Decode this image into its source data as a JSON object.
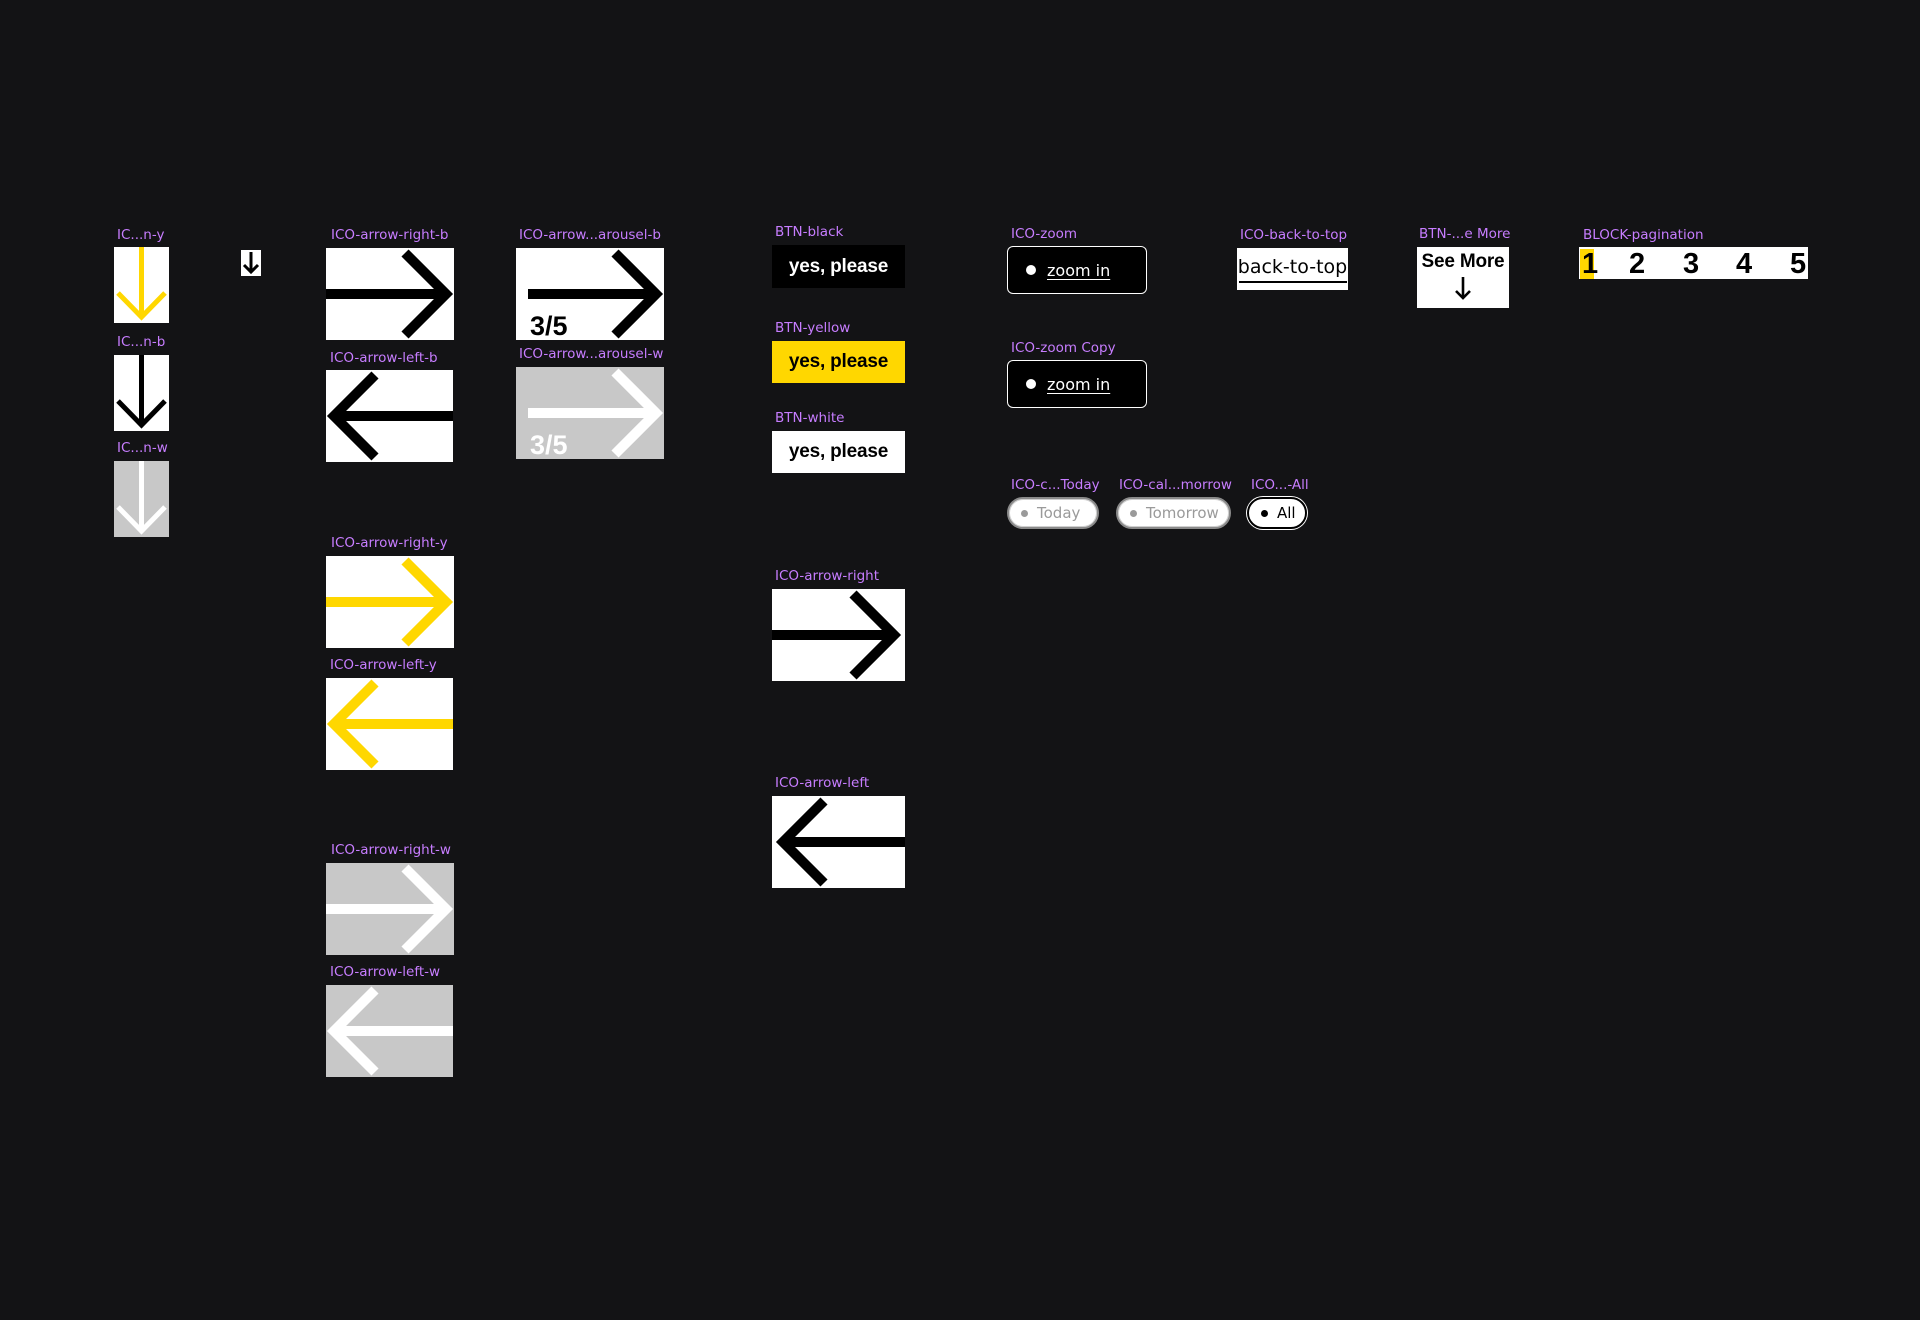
{
  "labels": {
    "down_y": "IC...n-y",
    "down_b": "IC...n-b",
    "down_w": "IC...n-w",
    "arrow_right_b": "ICO-arrow-right-b",
    "arrow_left_b": "ICO-arrow-left-b",
    "carousel_b": "ICO-arrow...arousel-b",
    "carousel_w": "ICO-arrow...arousel-w",
    "arrow_right_y": "ICO-arrow-right-y",
    "arrow_left_y": "ICO-arrow-left-y",
    "arrow_right_w": "ICO-arrow-right-w",
    "arrow_left_w": "ICO-arrow-left-w",
    "btn_black": "BTN-black",
    "btn_yellow": "BTN-yellow",
    "btn_white": "BTN-white",
    "arrow_right": "ICO-arrow-right",
    "arrow_left": "ICO-arrow-left",
    "zoom": "ICO-zoom",
    "zoom_copy": "ICO-zoom Copy",
    "cal_today": "ICO-c...Today",
    "cal_tomorrow": "ICO-cal...morrow",
    "cal_all": "ICO...-All",
    "back_to_top": "ICO-back-to-top",
    "see_more": "BTN-...e More",
    "pagination": "BLOCK-pagination"
  },
  "carousel": {
    "counter_b": "3/5",
    "counter_w": "3/5"
  },
  "buttons": {
    "black": "yes, please",
    "yellow": "yes, please",
    "white": "yes, please"
  },
  "zoom": {
    "label": "zoom in",
    "label_copy": "zoom in"
  },
  "chips": {
    "today": "Today",
    "tomorrow": "Tomorrow",
    "all": "All"
  },
  "back_to_top": {
    "label": "back-to-top"
  },
  "see_more": {
    "label": "See More"
  },
  "pagination": {
    "pages": [
      "1",
      "2",
      "3",
      "4",
      "5"
    ],
    "active": "1"
  },
  "colors": {
    "canvas": "#131315",
    "label": "#c77dff",
    "yellow": "#ffd700",
    "grey": "#c8c8c8",
    "black": "#000000",
    "white": "#ffffff"
  },
  "icons": [
    "arrow-down-icon",
    "arrow-right-icon",
    "arrow-left-icon",
    "small-down-arrow-icon",
    "dot-icon"
  ]
}
